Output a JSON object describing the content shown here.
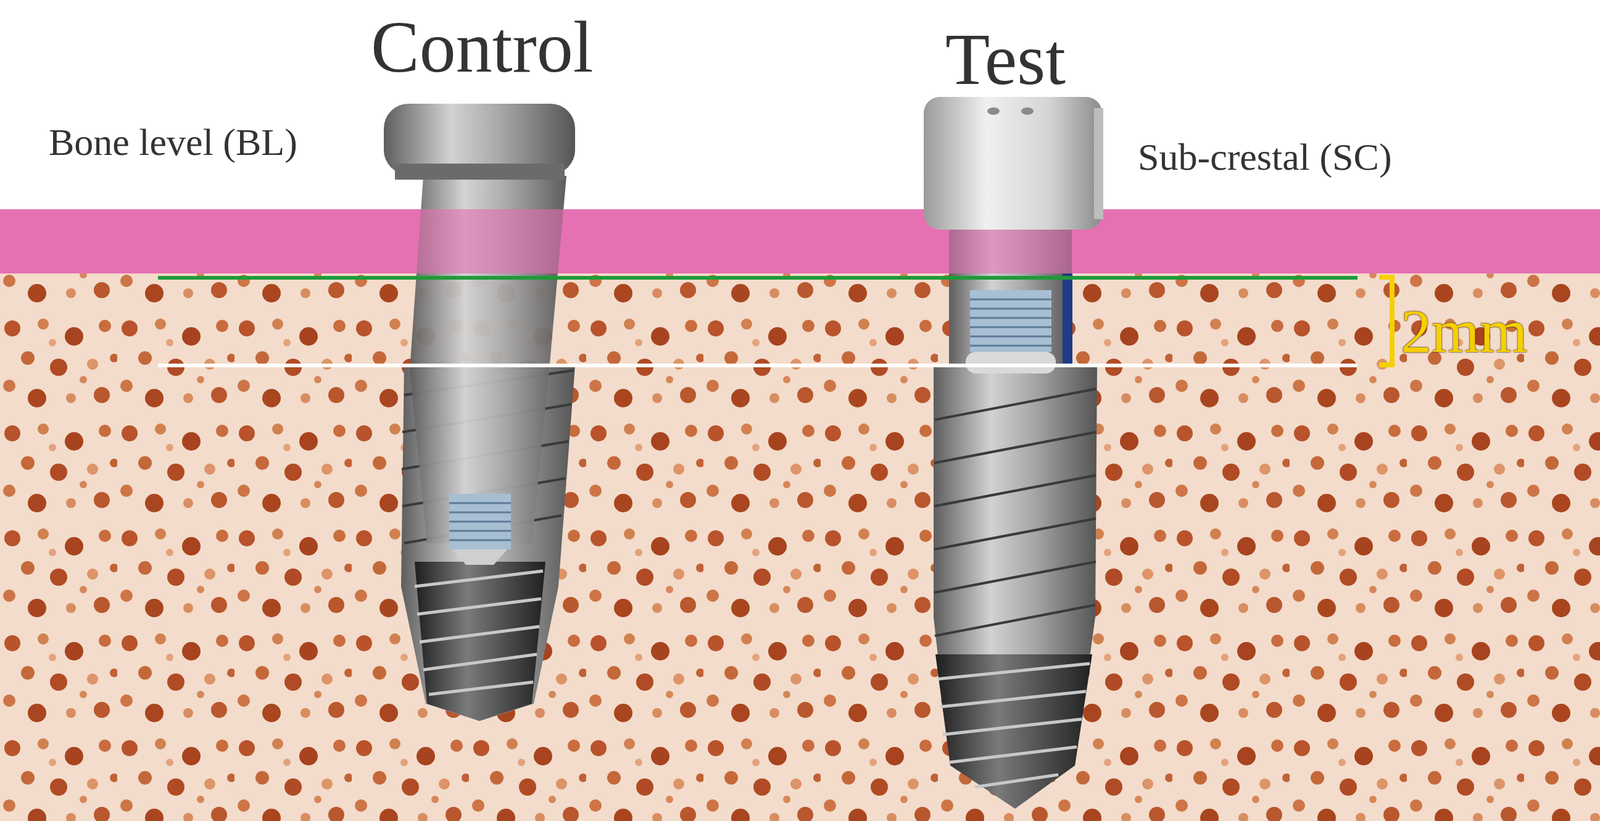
{
  "diagram": {
    "labels": [
      "Control",
      "Bone level (BL)",
      "Test",
      "Sub-crestal (SC)",
      "2mm"
    ]
  }
}
